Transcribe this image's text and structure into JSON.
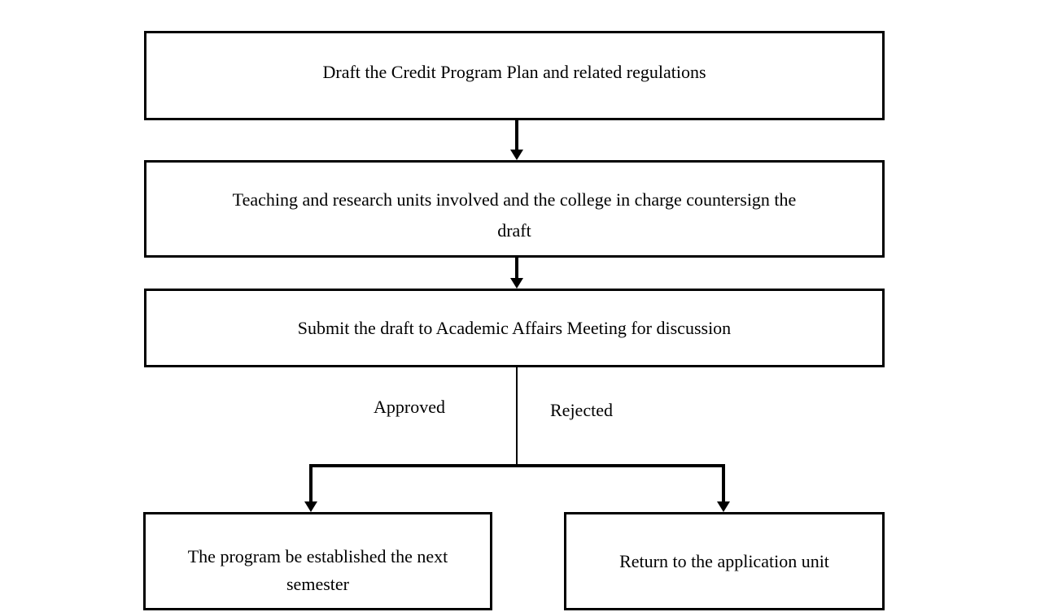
{
  "flowchart": {
    "steps": [
      {
        "text": "Draft the Credit Program Plan and related regulations"
      },
      {
        "text": "Teaching and research units involved and the college in charge countersign the\ndraft"
      },
      {
        "text": "Submit the draft to Academic Affairs Meeting for discussion"
      }
    ],
    "branches": {
      "approved_label": "Approved",
      "rejected_label": "Rejected"
    },
    "outcomes": [
      {
        "text": "The program be established the next\nsemester"
      },
      {
        "text": "Return to the application unit"
      }
    ],
    "colors": {
      "line": "#000000",
      "box_border": "#000000",
      "text": "#000000",
      "background": "#ffffff"
    }
  }
}
